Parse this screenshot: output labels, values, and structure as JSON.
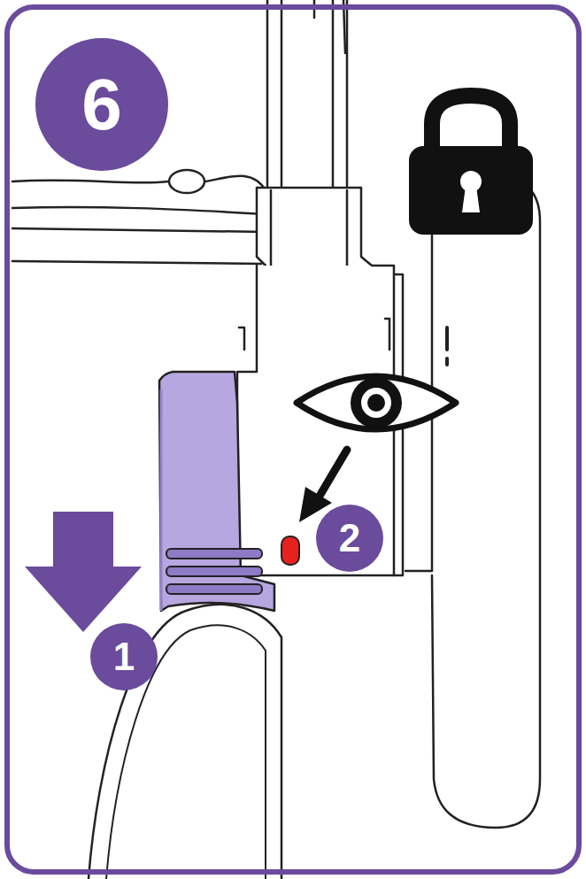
{
  "diagram": {
    "labels": [
      "6",
      "1",
      "2"
    ]
  }
}
